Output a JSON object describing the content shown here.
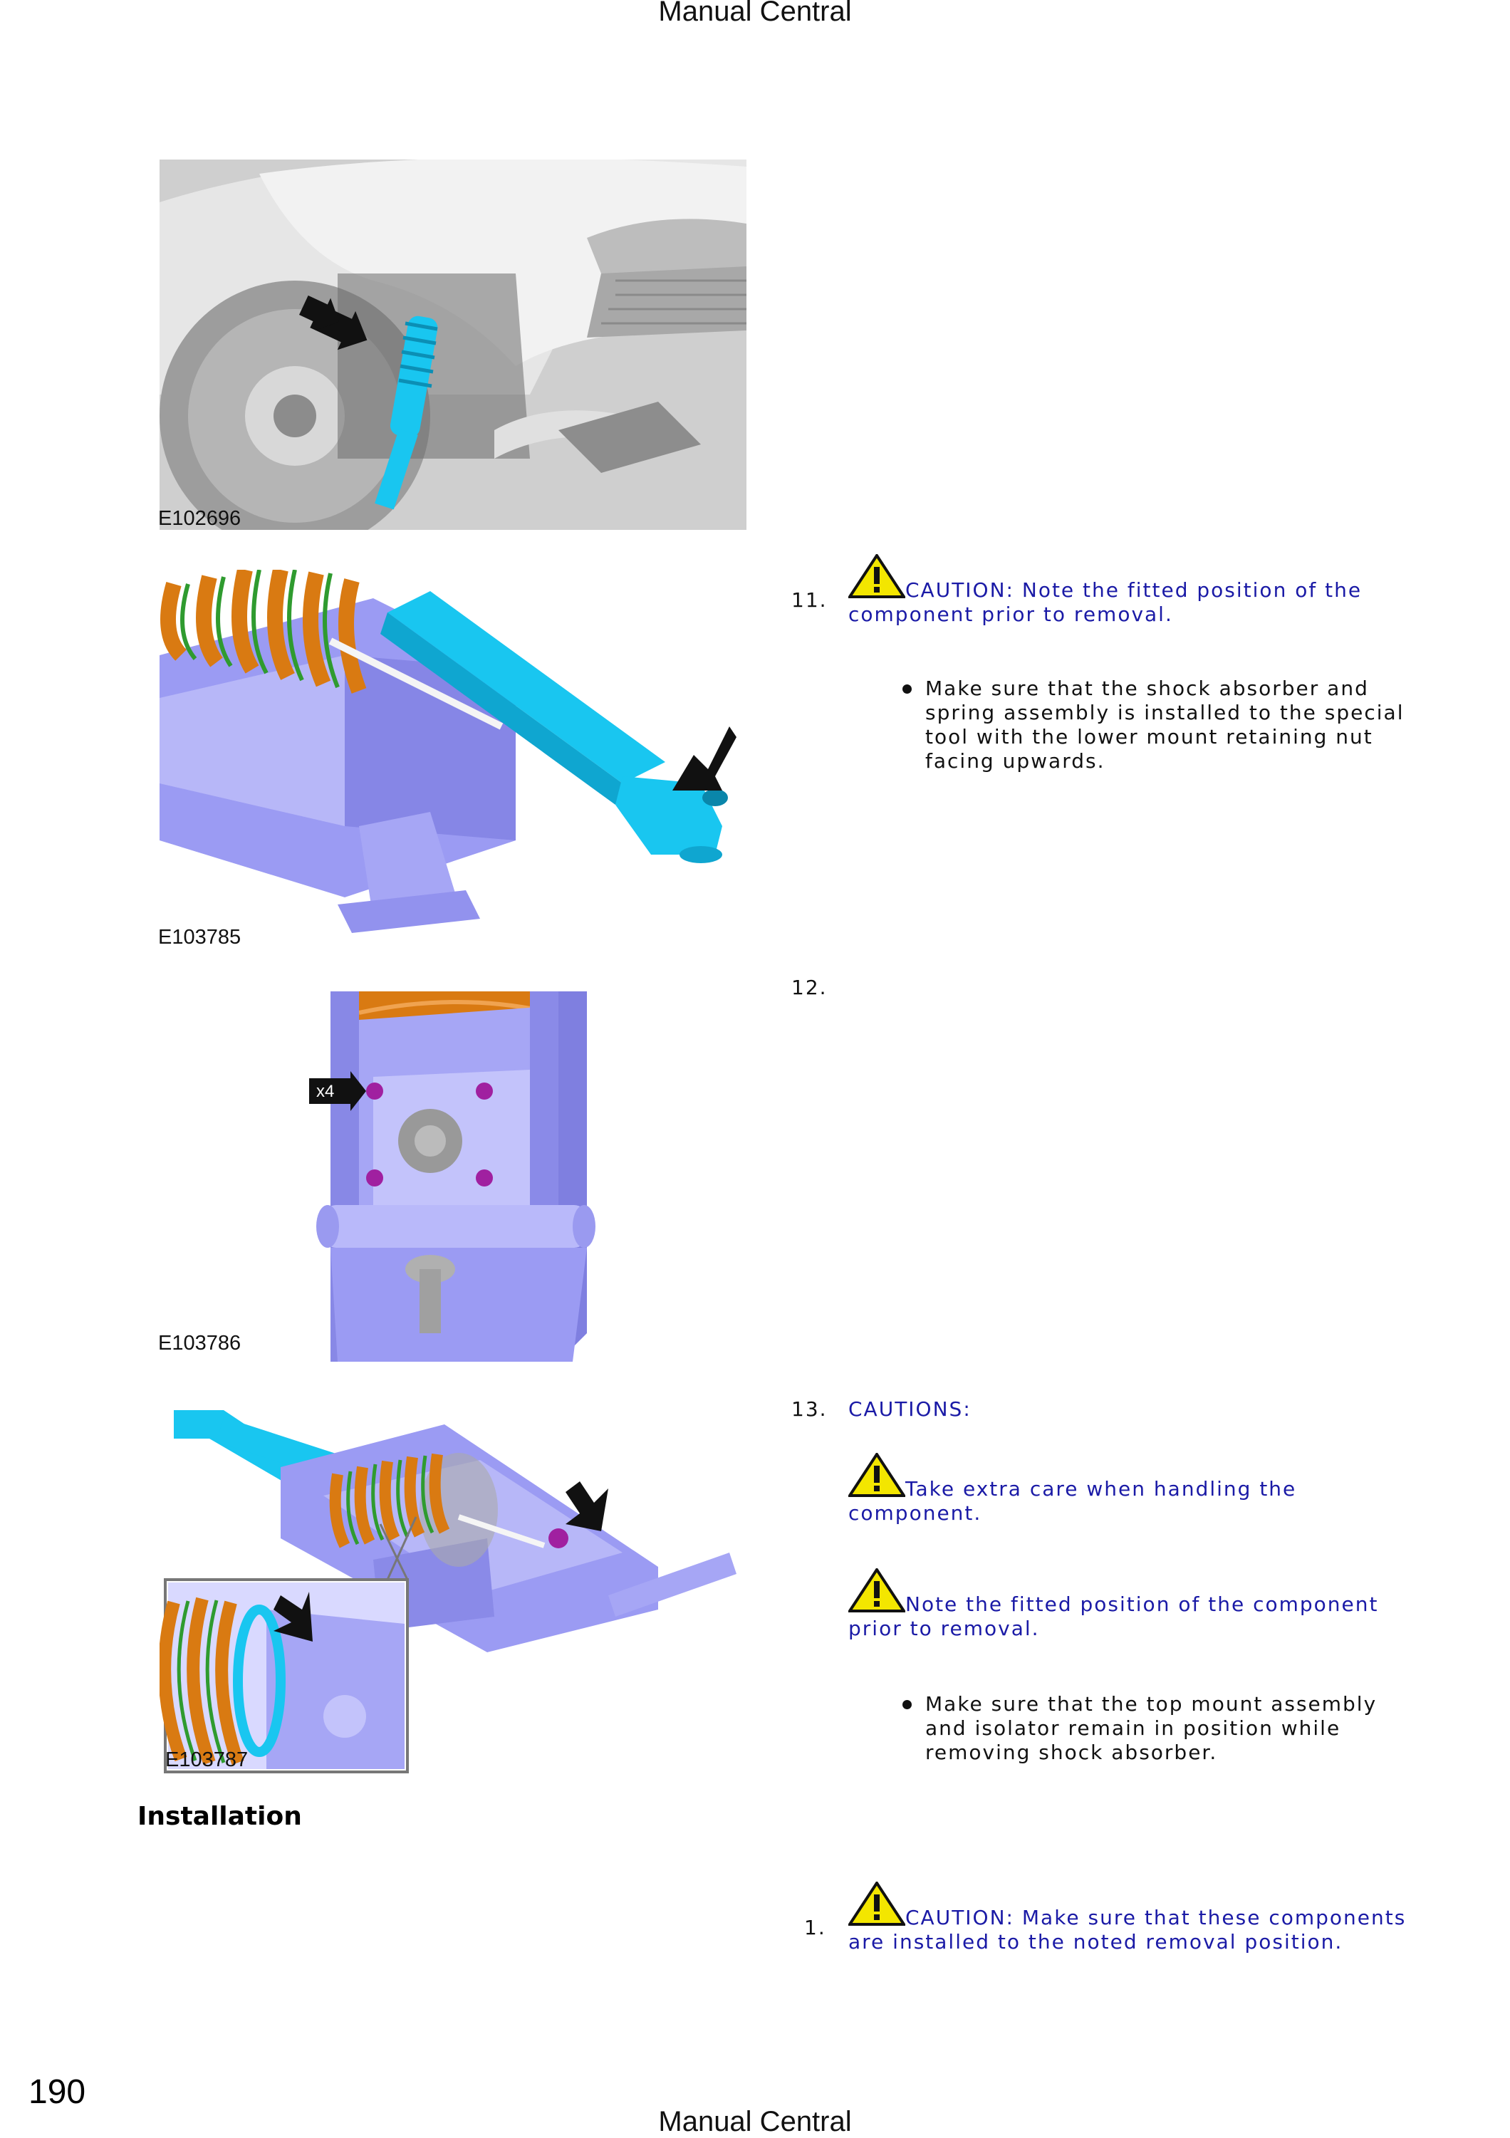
{
  "header": {
    "title": "Manual Central"
  },
  "footer": {
    "title": "Manual Central",
    "page_number": "190"
  },
  "figures": [
    {
      "label": "E102696"
    },
    {
      "label": "E103785"
    },
    {
      "label": "E103786",
      "callout": "x4"
    },
    {
      "label": "E103787"
    }
  ],
  "steps": {
    "s11": {
      "number": "11.",
      "caution_line1": "CAUTION: Note the fitted position of the",
      "caution_line2": "component prior to removal.",
      "bullet": [
        "Make sure that the shock absorber and",
        "spring assembly is installed to the special",
        "tool with the lower mount retaining nut",
        "facing upwards."
      ]
    },
    "s12": {
      "number": "12."
    },
    "s13": {
      "number": "13.",
      "cautions_heading": "CAUTIONS:",
      "caution1_line1": "Take extra care when handling the",
      "caution1_line2": "component.",
      "caution2_line1": "Note the fitted position of the component",
      "caution2_line2": "prior to removal.",
      "bullet": [
        "Make sure that the top mount assembly",
        "and isolator remain in position while",
        "removing shock absorber."
      ]
    }
  },
  "installation": {
    "heading": "Installation",
    "s1": {
      "number": "1.",
      "caution_line1": "CAUTION: Make sure that these components",
      "caution_line2": "are installed to the noted removal position."
    }
  },
  "colors": {
    "caution_text": "#1a1aa6",
    "component_highlight": "#19c6f0",
    "special_tool": "#9b9bf3",
    "spring": "#d97a12",
    "warning_fill": "#f3e600"
  }
}
